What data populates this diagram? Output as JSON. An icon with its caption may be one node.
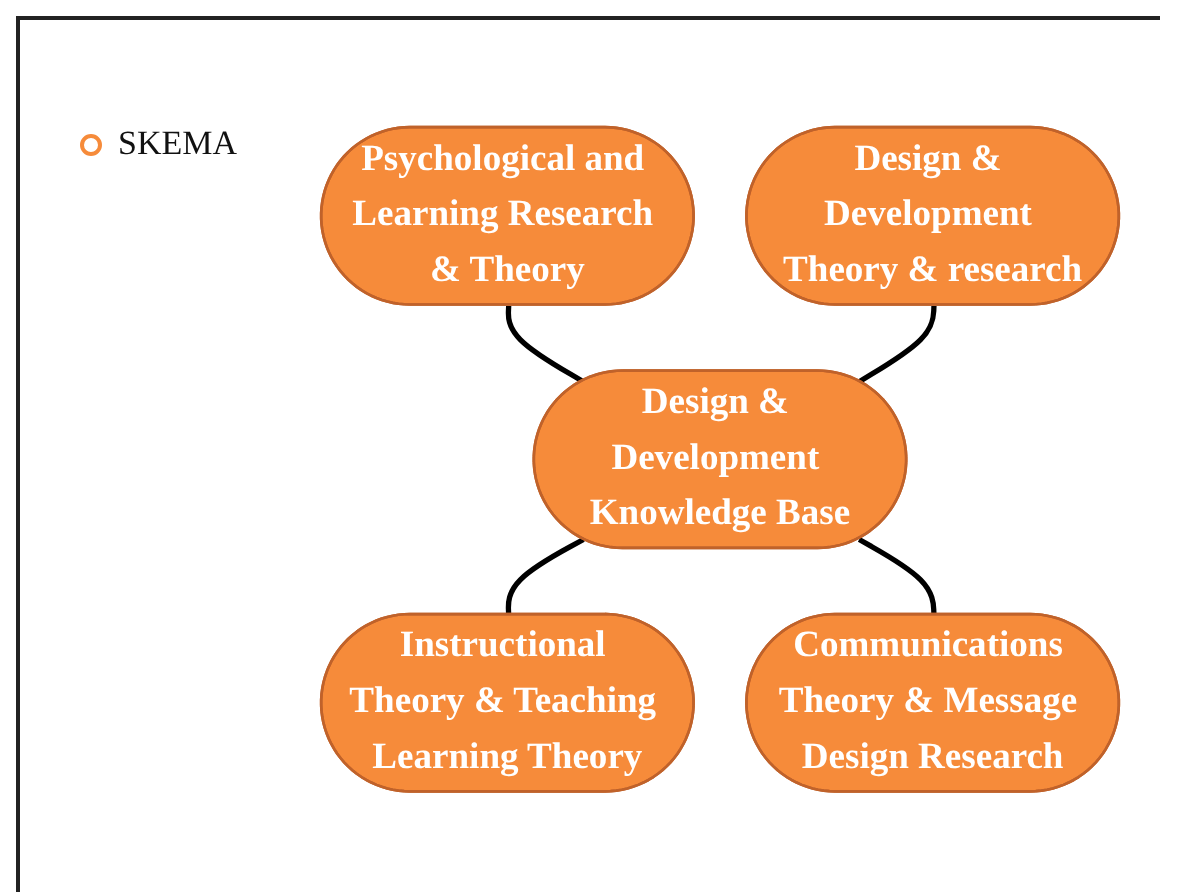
{
  "diagram": {
    "nodes": [
      {
        "text": [
          "Psychological and Learning Research & Theory"
        ]
      },
      {
        "text": [
          "Design & Development Theory & research"
        ]
      },
      {
        "text": [
          "Design & Development Knowledge Base"
        ]
      },
      {
        "text": [
          "Instructional Theory & Teaching Learning Theory"
        ]
      },
      {
        "text": [
          "Communications Theory & Message Design Research"
        ]
      }
    ],
    "edges": [
      {
        "from": 0,
        "to": 2,
        "arrow": "none"
      },
      {
        "from": 1,
        "to": 2,
        "arrow": "none"
      },
      {
        "from": 2,
        "to": 3,
        "arrow": "none"
      },
      {
        "from": 2,
        "to": 4,
        "arrow": "none"
      }
    ],
    "labels": [
      "SKEMA"
    ]
  }
}
